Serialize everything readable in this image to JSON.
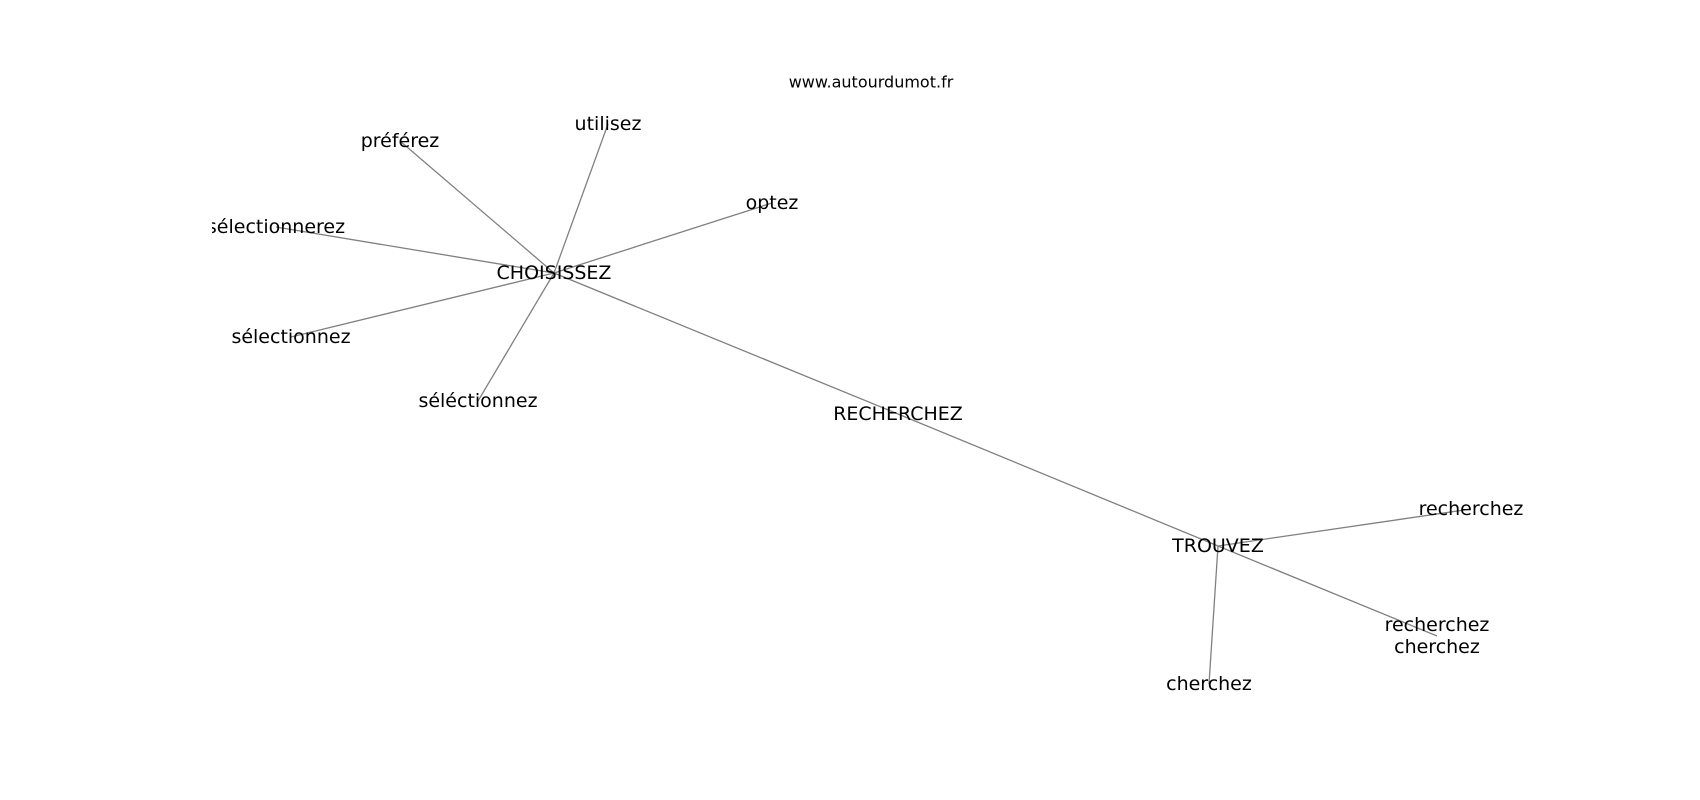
{
  "site": "www.autourdumot.fr",
  "nodes": {
    "choisissez": "CHOISISSEZ",
    "recherchez_hub": "RECHERCHEZ",
    "trouvez": "TROUVEZ",
    "preferez": "préférez",
    "utilisez": "utilisez",
    "optez": "optez",
    "selectionnerez": "sélectionnerez",
    "selectionnez": "sélectionnez",
    "selectionnez_accent": "séléctionnez",
    "recherchez": "recherchez",
    "recherchez_cherchez_1": "recherchez",
    "recherchez_cherchez_2": "cherchez",
    "cherchez": "cherchez"
  },
  "edges": [
    [
      "choisissez",
      "preferez"
    ],
    [
      "choisissez",
      "utilisez"
    ],
    [
      "choisissez",
      "optez"
    ],
    [
      "choisissez",
      "selectionnerez"
    ],
    [
      "choisissez",
      "selectionnez"
    ],
    [
      "choisissez",
      "selectionnez_accent"
    ],
    [
      "choisissez",
      "recherchez_hub"
    ],
    [
      "recherchez_hub",
      "trouvez"
    ],
    [
      "trouvez",
      "recherchez"
    ],
    [
      "trouvez",
      "recherchez_cherchez_1"
    ],
    [
      "trouvez",
      "cherchez"
    ]
  ]
}
